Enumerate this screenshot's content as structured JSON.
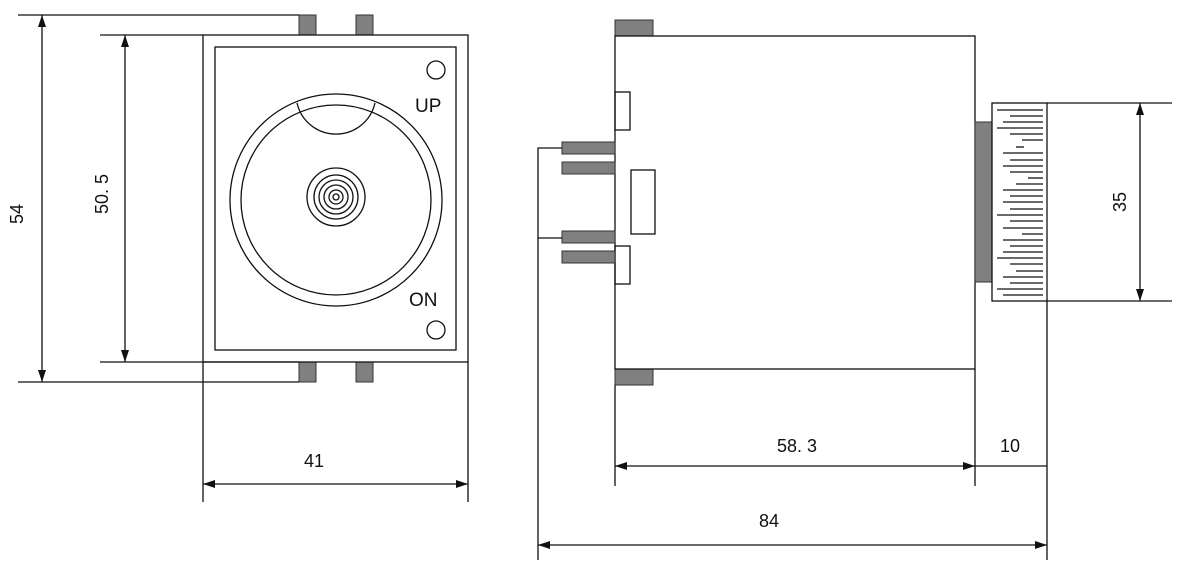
{
  "front_view": {
    "up_label": "UP",
    "on_label": "ON"
  },
  "dimensions": {
    "total_height": "54",
    "inner_height": "50. 5",
    "width": "41",
    "body_depth": "58. 3",
    "knob_depth": "10",
    "total_depth": "84",
    "knob_diameter": "35"
  },
  "colors": {
    "line": "#111111",
    "pin_fill": "#808080",
    "background": "#ffffff"
  }
}
